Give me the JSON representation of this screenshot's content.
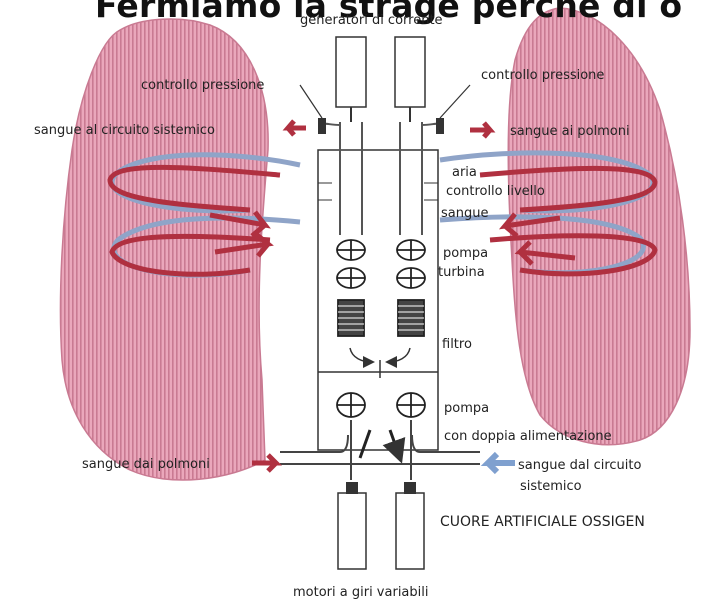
{
  "title": "Fermiamo la strage perché di o",
  "labels": {
    "generators": "generatori di corrente",
    "pressure_left": "controllo pressione",
    "pressure_right": "controllo pressione",
    "blood_systemic_out": "sangue  al circuito sistemico",
    "blood_to_lungs": "sangue ai polmoni",
    "air": "aria",
    "level_control": "controllo livello",
    "blood": "sangue",
    "pump": "pompa",
    "turbine": "turbina",
    "filter": "filtro",
    "pump2": "pompa",
    "dual_supply": "con doppia alimentazione",
    "blood_from_lungs": "sangue dai polmoni",
    "blood_from_systemic_1": "sangue dal circuito",
    "blood_from_systemic_2": "sistemico",
    "artificial_heart": "CUORE  ARTIFICIALE OSSIGEN",
    "motors": "motori a giri variabili"
  },
  "colors": {
    "lung_fill": "#e8a0b4",
    "lung_stripe": "#c9718c",
    "arrow_red": "#b03040",
    "coil_blue": "#8fa4c8",
    "line": "#333333"
  }
}
